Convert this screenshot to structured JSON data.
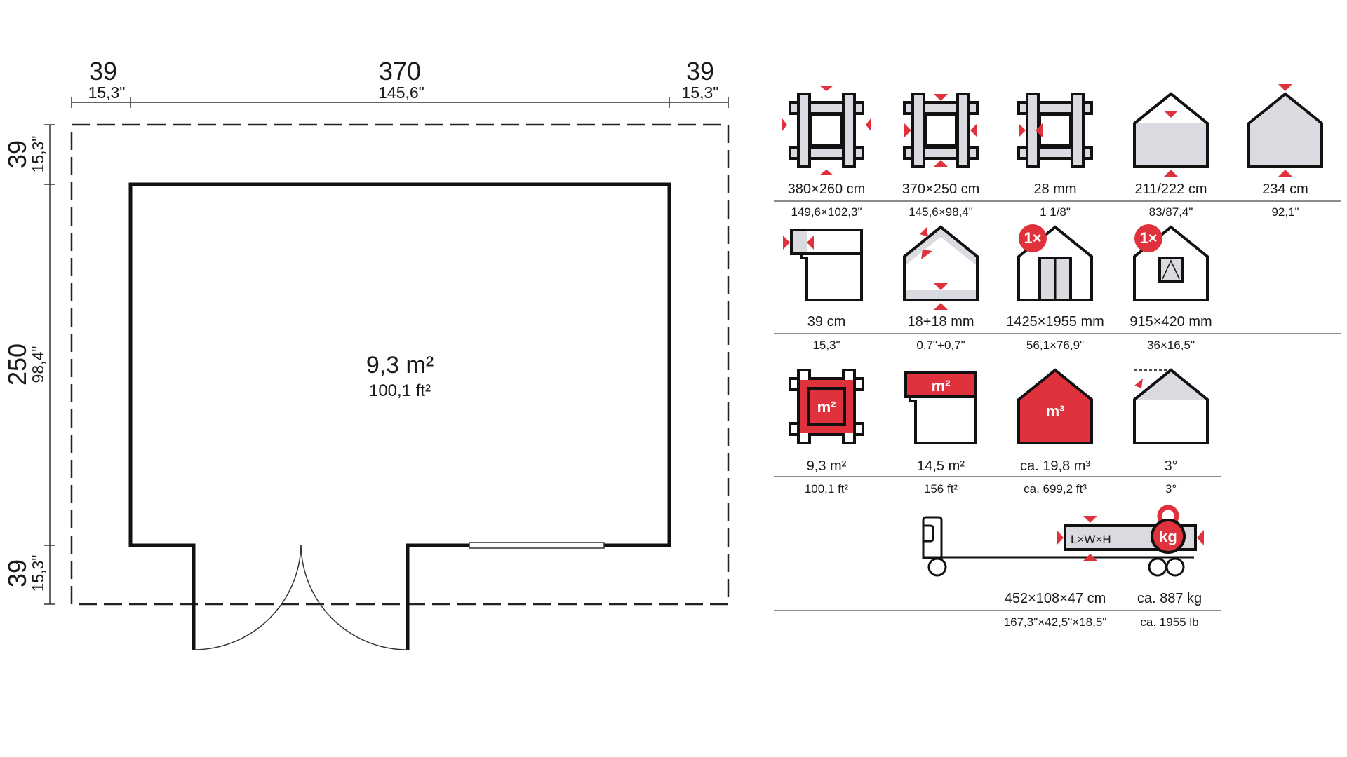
{
  "plan": {
    "top": {
      "left_cm": "39",
      "left_in": "15,3\"",
      "mid_cm": "370",
      "mid_in": "145,6\"",
      "right_cm": "39",
      "right_in": "15,3\""
    },
    "side": {
      "top_cm": "39",
      "top_in": "15,3\"",
      "mid_cm": "250",
      "mid_in": "98,4\"",
      "bot_cm": "39",
      "bot_in": "15,3\""
    },
    "area_m": "9,3 m²",
    "area_ft": "100,1 ft²"
  },
  "specs": {
    "row1": [
      {
        "main": "380×260 cm",
        "sub": "149,6×102,3\""
      },
      {
        "main": "370×250 cm",
        "sub": "145,6×98,4\""
      },
      {
        "main": "28 mm",
        "sub": "1 1/8\""
      },
      {
        "main": "211/222 cm",
        "sub": "83/87,4\""
      },
      {
        "main": "234 cm",
        "sub": "92,1\""
      }
    ],
    "row2": [
      {
        "main": "39 cm",
        "sub": "15,3\""
      },
      {
        "main": "18+18 mm",
        "sub": "0,7\"+0,7\""
      },
      {
        "main": "1425×1955 mm",
        "sub": "56,1×76,9\"",
        "badge": "1×"
      },
      {
        "main": "915×420 mm",
        "sub": "36×16,5\"",
        "badge": "1×"
      }
    ],
    "row3": [
      {
        "main": "9,3 m²",
        "sub": "100,1 ft²",
        "icon_text": "m²"
      },
      {
        "main": "14,5 m²",
        "sub": "156 ft²",
        "icon_text": "m²"
      },
      {
        "main": "ca. 19,8 m³",
        "sub": "ca. 699,2 ft³",
        "icon_text": "m³"
      },
      {
        "main": "3°",
        "sub": "3°"
      }
    ],
    "row4": [
      {
        "main": "452×108×47 cm",
        "sub": "167,3\"×42,5\"×18,5\"",
        "icon_text": "L×W×H"
      },
      {
        "main": "ca. 887 kg",
        "sub": "ca. 1955 lb",
        "icon_text": "kg"
      }
    ]
  },
  "colors": {
    "accent": "#e0323c",
    "fill": "#d9dbe0",
    "line": "#111111"
  }
}
